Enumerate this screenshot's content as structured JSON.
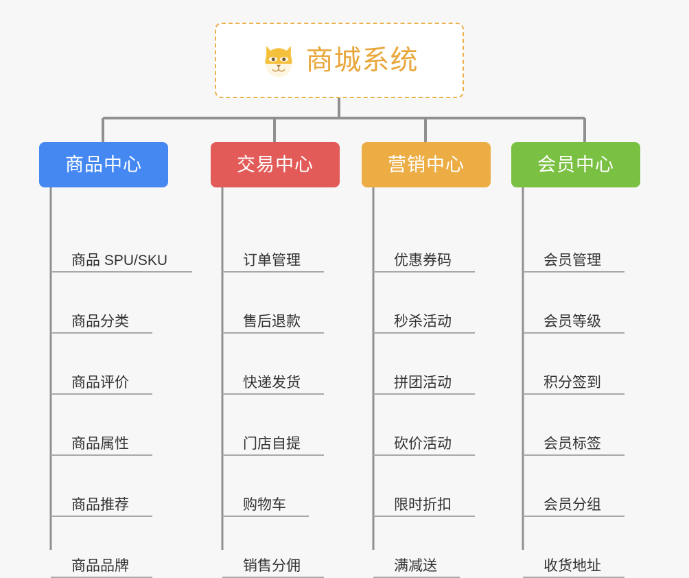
{
  "background_color": "#f7f7f7",
  "root": {
    "icon": "dog-face-icon",
    "title": "商城系统",
    "title_color": "#e8a73c",
    "border_color": "#eab14a",
    "border_style": "dashed"
  },
  "connector_color": "#909090",
  "columns": [
    {
      "id": "product-center",
      "label": "商品中心",
      "color": "#4688f1",
      "items": [
        {
          "label": "商品 SPU/SKU",
          "rule_width": 206
        },
        {
          "label": "商品分类",
          "rule_width": 148
        },
        {
          "label": "商品评价",
          "rule_width": 148
        },
        {
          "label": "商品属性",
          "rule_width": 148
        },
        {
          "label": "商品推荐",
          "rule_width": 148
        },
        {
          "label": "商品品牌",
          "rule_width": 148
        }
      ]
    },
    {
      "id": "trade-center",
      "label": "交易中心",
      "color": "#e25b58",
      "items": [
        {
          "label": "订单管理",
          "rule_width": 148
        },
        {
          "label": "售后退款",
          "rule_width": 148
        },
        {
          "label": "快递发货",
          "rule_width": 148
        },
        {
          "label": "门店自提",
          "rule_width": 148
        },
        {
          "label": "购物车",
          "rule_width": 126
        },
        {
          "label": "销售分佣",
          "rule_width": 148
        }
      ]
    },
    {
      "id": "marketing-center",
      "label": "营销中心",
      "color": "#edad45",
      "items": [
        {
          "label": "优惠券码",
          "rule_width": 148
        },
        {
          "label": "秒杀活动",
          "rule_width": 148
        },
        {
          "label": "拼团活动",
          "rule_width": 148
        },
        {
          "label": "砍价活动",
          "rule_width": 148
        },
        {
          "label": "限时折扣",
          "rule_width": 148
        },
        {
          "label": "满减送",
          "rule_width": 126
        }
      ]
    },
    {
      "id": "member-center",
      "label": "会员中心",
      "color": "#7ac143",
      "items": [
        {
          "label": "会员管理",
          "rule_width": 148
        },
        {
          "label": "会员等级",
          "rule_width": 148
        },
        {
          "label": "积分签到",
          "rule_width": 148
        },
        {
          "label": "会员标签",
          "rule_width": 148
        },
        {
          "label": "会员分组",
          "rule_width": 148
        },
        {
          "label": "收货地址",
          "rule_width": 148
        }
      ]
    }
  ]
}
